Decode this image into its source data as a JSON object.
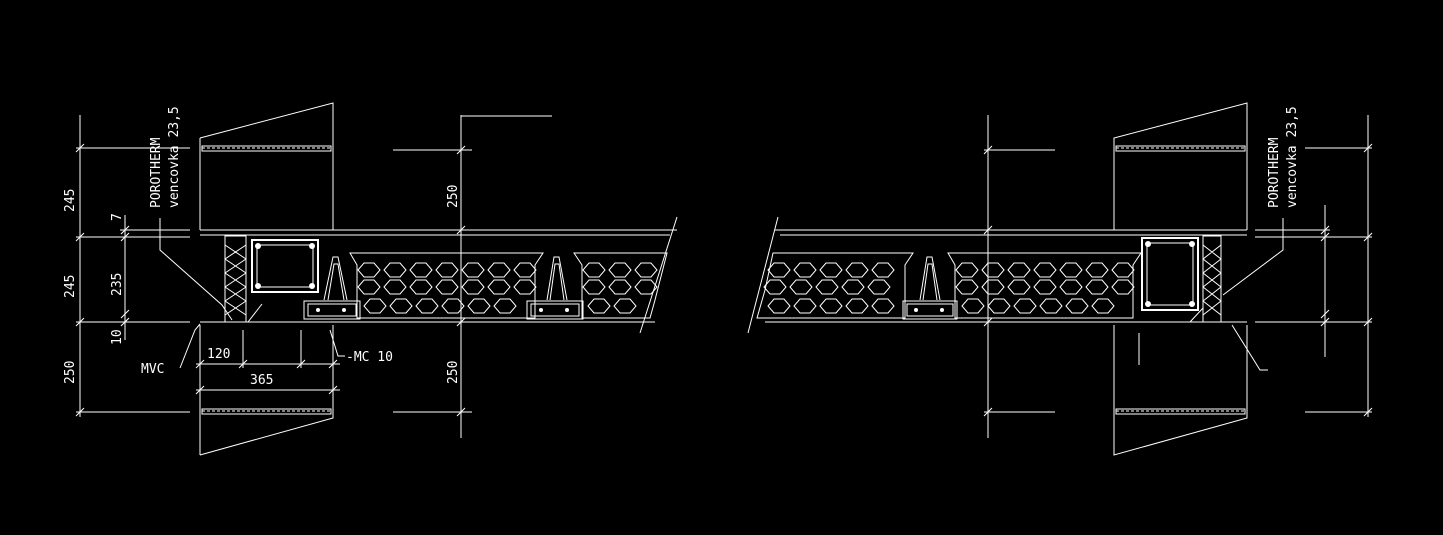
{
  "colors": {
    "background": "#000000",
    "lines": "#ffffff"
  },
  "left_detail": {
    "label_brand": "POROTHERM",
    "label_sub": "vencovka 23,5",
    "dim_245_top": "245",
    "dim_7": "7",
    "dim_245_mid": "245",
    "dim_235": "235",
    "dim_10": "10",
    "dim_250_bottom": "250",
    "dim_250_upper": "250",
    "dim_250_lower": "250",
    "dim_120": "120",
    "dim_365": "365",
    "label_mvc": "MVC",
    "label_mc10": "-MC 10"
  },
  "right_detail": {
    "label_brand": "POROTHERM",
    "label_sub": "vencovka 23,5"
  }
}
